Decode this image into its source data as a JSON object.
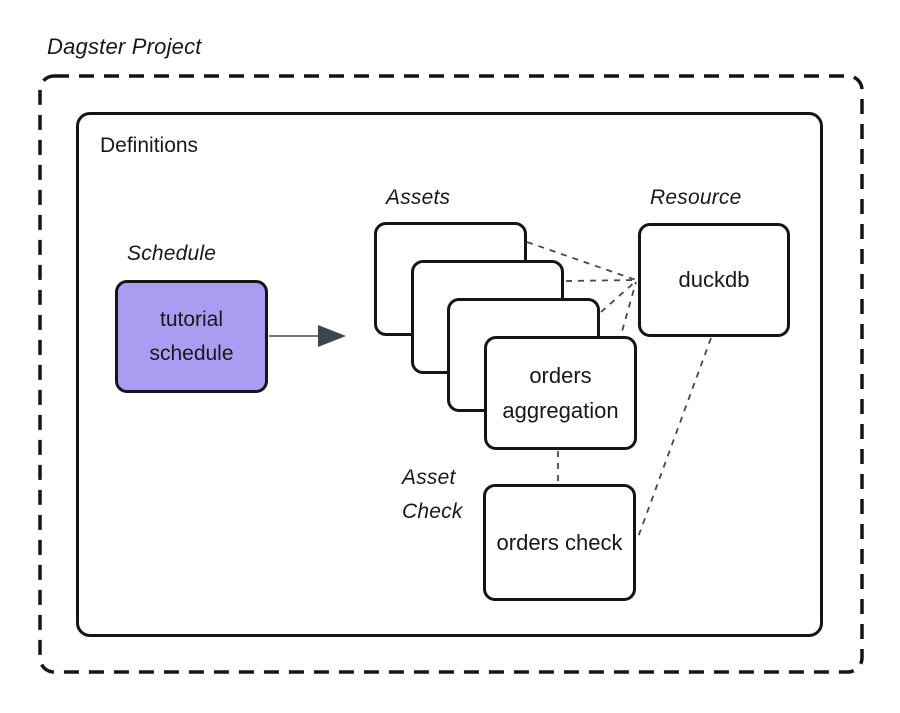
{
  "title": "Dagster Project",
  "definitions": {
    "label": "Definitions"
  },
  "schedule": {
    "label": "Schedule",
    "node": "tutorial schedule"
  },
  "assets": {
    "label": "Assets",
    "stack_count": 4,
    "front_node": "orders aggregation"
  },
  "resource": {
    "label": "Resource",
    "node": "duckdb"
  },
  "asset_check": {
    "label": "Asset Check",
    "node": "orders check"
  },
  "colors": {
    "schedule_fill": "#a99df2",
    "node_border": "#131519",
    "connector": "#3f4a56",
    "arrow": "#3d4653",
    "background": "#ffffff",
    "text": "#16181d"
  }
}
